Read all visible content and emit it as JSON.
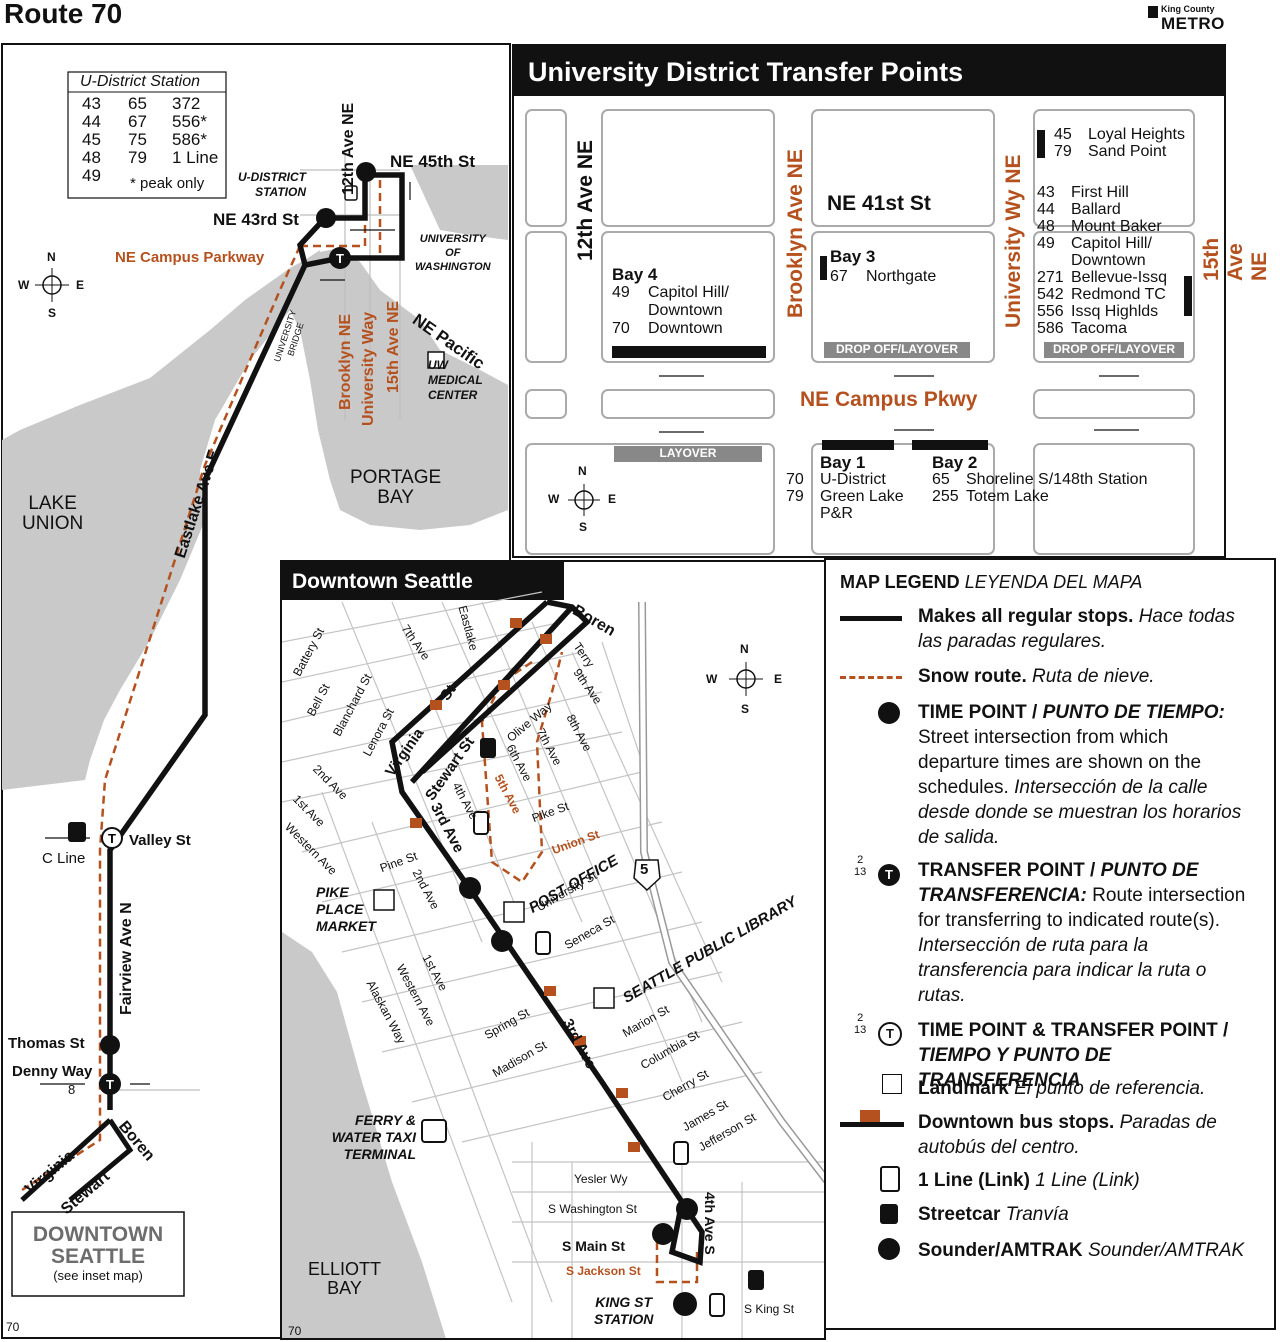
{
  "header": {
    "title": "Route 70",
    "agency_top": "King County",
    "agency_bottom": "METRO"
  },
  "colors": {
    "route": "#111111",
    "snow": "#b5511e",
    "water": "#c9c9c9",
    "streets": "#bdbdbd",
    "street_label_brown": "#b5511e"
  },
  "main_map": {
    "station_box": {
      "title": "U-District Station",
      "routes": [
        [
          "43",
          "65",
          "372"
        ],
        [
          "44",
          "67",
          "556*"
        ],
        [
          "45",
          "75",
          "586*"
        ],
        [
          "48",
          "79",
          "1 Line"
        ],
        [
          "49",
          "",
          ""
        ]
      ],
      "note": "* peak only"
    },
    "streets": {
      "ne45": "NE 45th St",
      "ne43": "NE 43rd St",
      "campus": "NE Campus Parkway",
      "ave12": "12th Ave NE",
      "brooklyn": "Brooklyn NE",
      "univway": "University Way",
      "ave15": "15th Ave NE",
      "pacific": "NE Pacific",
      "eastlake": "Eastlake Ave E",
      "fairview": "Fairview Ave N",
      "valley": "Valley St",
      "thomas": "Thomas St",
      "denny": "Denny Way",
      "denny_route": "8",
      "virginia": "Virginia",
      "stewart": "Stewart",
      "boren": "Boren"
    },
    "places": {
      "udstation_1": "U-DISTRICT",
      "udstation_2": "STATION",
      "uw_1": "UNIVERSITY",
      "uw_2": "OF",
      "uw_3": "WASHINGTON",
      "uwmed_1": "UW",
      "uwmed_2": "MEDICAL",
      "uwmed_3": "CENTER",
      "bridge_1": "UNIVERSITY",
      "bridge_2": "BRIDGE",
      "lake_1": "LAKE",
      "lake_2": "UNION",
      "portage_1": "PORTAGE",
      "portage_2": "BAY",
      "cline": "C Line"
    },
    "downtown_box": {
      "line1": "DOWNTOWN",
      "line2": "SEATTLE",
      "line3": "(see inset map)"
    },
    "page_no": "70",
    "compass": {
      "n": "N",
      "s": "S",
      "e": "E",
      "w": "W"
    }
  },
  "udistrict": {
    "title": "University District Transfer Points",
    "streets": {
      "ave12": "12th Ave NE",
      "brooklyn": "Brooklyn Ave NE",
      "univway": "University Wy NE",
      "ave15": "15th Ave NE",
      "ne41": "NE 41st St",
      "campus": "NE Campus Pkwy"
    },
    "bay4": {
      "name": "Bay 4",
      "routes": [
        [
          "49",
          "Capitol Hill/"
        ],
        [
          "",
          "Downtown"
        ],
        [
          "70",
          "Downtown"
        ]
      ]
    },
    "bay3": {
      "name": "Bay 3",
      "routes": [
        [
          "67",
          "Northgate"
        ]
      ]
    },
    "bay1": {
      "name": "Bay 1",
      "routes": [
        [
          "70",
          "U-District"
        ],
        [
          "79",
          "Green Lake"
        ],
        [
          "",
          "P&R"
        ]
      ]
    },
    "bay2": {
      "name": "Bay 2",
      "routes": [
        [
          "65",
          "Shoreline S/148th Station"
        ],
        [
          "255",
          "Totem Lake"
        ]
      ]
    },
    "east_top": [
      [
        "45",
        "Loyal Heights"
      ],
      [
        "79",
        "Sand Point"
      ]
    ],
    "east_list": [
      [
        "43",
        "First Hill"
      ],
      [
        "44",
        "Ballard"
      ],
      [
        "48",
        "Mount Baker"
      ],
      [
        "49",
        "Capitol Hill/"
      ],
      [
        "",
        "Downtown"
      ],
      [
        "271",
        "Bellevue-Issq"
      ],
      [
        "542",
        "Redmond TC"
      ],
      [
        "556",
        "Issq Highlds"
      ],
      [
        "586",
        "Tacoma"
      ]
    ],
    "dropoff1": "DROP OFF/LAYOVER",
    "dropoff2": "DROP OFF/LAYOVER",
    "layover": "LAYOVER"
  },
  "downtown": {
    "title": "Downtown Seattle",
    "streets": {
      "battery": "Battery St",
      "bell": "Bell St",
      "blanchard": "Blanchard St",
      "lenora": "Lenora St",
      "ave7": "7th Ave",
      "eastlake": "Eastlake",
      "terry": "Terry",
      "ave9": "9th Ave",
      "boren": "Boren",
      "virginia": "Virginia",
      "st": "St",
      "stewart": "Stewart St",
      "olive": "Olive Way",
      "ave8": "8th Ave",
      "ave7b": "7th Ave",
      "ave6": "6th Ave",
      "ave5": "5th Ave",
      "ave4": "4th Ave",
      "ave3": "3rd Ave",
      "ave2": "2nd Ave",
      "ave1": "1st Ave",
      "western": "Western Ave",
      "pike": "Pike St",
      "pine": "Pine St",
      "union": "Union St",
      "university": "University St",
      "seneca": "Seneca St",
      "spring": "Spring St",
      "madison": "Madison St",
      "marion": "Marion St",
      "columbia": "Columbia St",
      "cherry": "Cherry St",
      "james": "James St",
      "jefferson": "Jefferson St",
      "yesler": "Yesler Wy",
      "washington": "S Washington St",
      "main": "S Main St",
      "jackson": "S Jackson St",
      "king": "S King St",
      "ave4s": "4th Ave S",
      "ave2b": "2nd Ave",
      "ave1b": "1st Ave",
      "westernb": "Western Ave",
      "alaskan": "Alaskan Way",
      "ave3b": "3rd Ave"
    },
    "places": {
      "pike_1": "PIKE",
      "pike_2": "PLACE",
      "pike_3": "MARKET",
      "postoffice": "POST OFFICE",
      "library": "SEATTLE PUBLIC LIBRARY",
      "ferry_1": "FERRY &",
      "ferry_2": "WATER TAXI",
      "ferry_3": "TERMINAL",
      "elliott_1": "ELLIOTT",
      "elliott_2": "BAY",
      "kingst_1": "KING ST",
      "kingst_2": "STATION",
      "i5": "5"
    },
    "page_no": "70"
  },
  "legend": {
    "title": "MAP LEGEND",
    "title_es": "LEYENDA DEL MAPA",
    "regular": "Makes all regular stops.",
    "regular_es1": "Hace todas",
    "regular_es2": "las paradas regulares.",
    "snow": "Snow route.",
    "snow_es": "Ruta de nieve.",
    "timepoint": "TIME POINT /",
    "timepoint_es": "PUNTO DE TIEMPO:",
    "tp_l1": "Street intersection from which",
    "tp_l2": "departure times are shown on the",
    "tp_l3": "schedules.",
    "tp_l3_es": "Intersección de la calle",
    "tp_l4": "desde donde se muestran los horarios",
    "tp_l5": "de salida.",
    "transfer": "TRANSFER POINT /",
    "transfer_es": "PUNTO DE",
    "transfer_es2": "TRANSFERENCIA:",
    "tr_l1": "Route intersection",
    "tr_l2": "for transferring to indicated route(s).",
    "tr_l3": "Intersección de ruta para la",
    "tr_l4": "transferencia para indicar la ruta o",
    "tr_l5": "rutas.",
    "sym_top": "2",
    "sym_bot": "13",
    "both": "TIME POINT & TRANSFER POINT /",
    "both_es": "TIEMPO Y PUNTO DE TRANSFERENCIA",
    "landmark": "Landmark",
    "landmark_es": "El punto de referencia.",
    "busstops": "Downtown bus stops.",
    "busstops_es1": "Paradas de",
    "busstops_es2": "autobús del centro.",
    "link": "1 Line (Link)",
    "link_es": "1 Line (Link)",
    "streetcar": "Streetcar",
    "streetcar_es": "Tranvía",
    "sounder": "Sounder/AMTRAK",
    "sounder_es": "Sounder/AMTRAK",
    "t": "T"
  }
}
